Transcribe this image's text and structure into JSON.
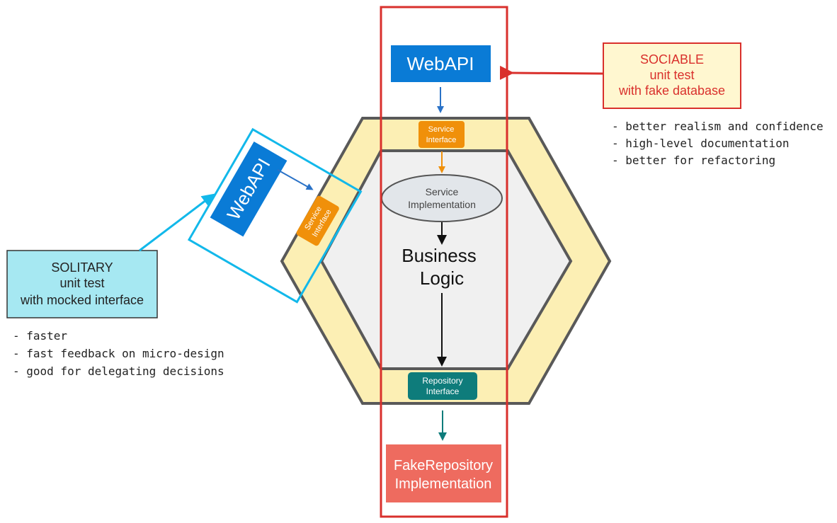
{
  "webapi_top": {
    "label": "WebAPI",
    "color": "#0a7bd6"
  },
  "webapi_side": {
    "label": "WebAPI",
    "color": "#0a7bd6"
  },
  "service_interface_top": {
    "line1": "Service",
    "line2": "Interface",
    "color": "#f0900a"
  },
  "service_interface_side": {
    "line1": "Service",
    "line2": "Interface",
    "color": "#f0900a"
  },
  "service_implementation": {
    "line1": "Service",
    "line2": "Implementation"
  },
  "business_logic": {
    "line1": "Business",
    "line2": "Logic"
  },
  "repository_interface": {
    "line1": "Repository",
    "line2": "Interface",
    "color": "#0e7c7b"
  },
  "fake_repository": {
    "line1": "FakeRepository",
    "line2": "Implementation",
    "color": "#ee6b5f"
  },
  "sociable": {
    "title": "SOCIABLE",
    "line2": "unit test",
    "line3": "with fake database",
    "color": "#d9302c",
    "fill": "#fff7d0",
    "bullets": [
      "- better realism and confidence",
      "- high-level documentation",
      "- better for refactoring"
    ]
  },
  "solitary": {
    "title": "SOLITARY",
    "line2": "unit test",
    "line3": "with mocked interface",
    "color": "#12b8ea",
    "fill": "#a6e8f2",
    "bullets": [
      "- faster",
      "- fast feedback on micro-design",
      "- good for delegating decisions"
    ]
  },
  "colors": {
    "hex_outer": "#fcefb4",
    "hex_inner": "#f0f0f0",
    "hex_stroke": "#595959"
  }
}
